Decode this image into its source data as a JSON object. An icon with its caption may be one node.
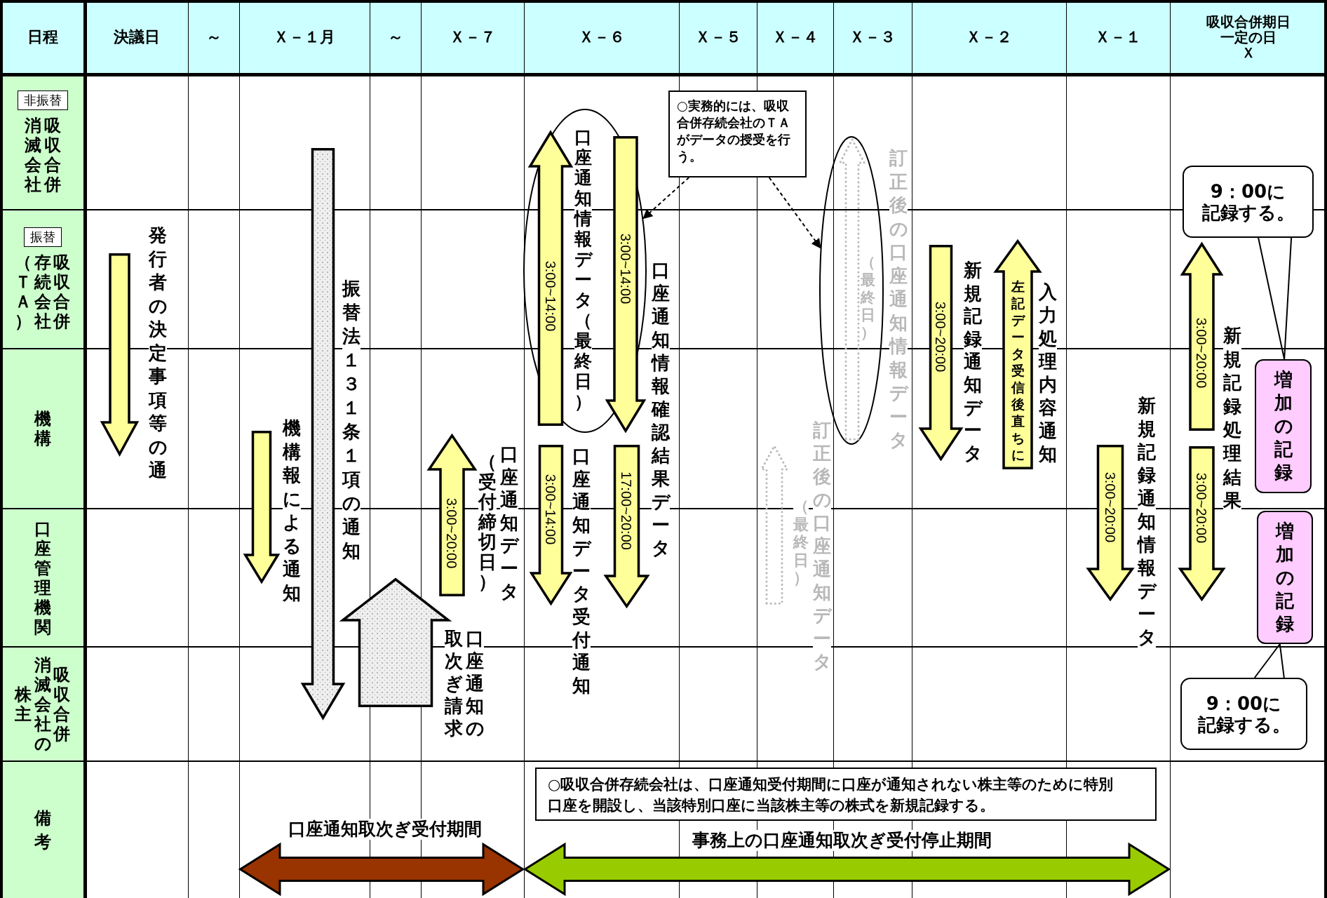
{
  "diagram": {
    "nodes": [
      {
        "text": [],
        "shape": "arrow",
        "beside": [
          "発行者の決定事項等の通"
        ]
      },
      {
        "text": [],
        "shape": "arrow",
        "beside": [
          "機構報による通知"
        ]
      },
      {
        "text": [],
        "shape": "arrow",
        "beside": [
          "振替法１３１条１項の通知"
        ]
      },
      {
        "text": [],
        "shape": "arrow",
        "beside": [
          "口座通知の取次ぎ請求"
        ]
      },
      {
        "text": [
          "3:00~20:00"
        ],
        "beside": [
          "口座通知データ",
          "（受付締切日）"
        ]
      },
      {
        "text": [],
        "shape": "ellipse"
      },
      {
        "text": [
          "3:00~14:00"
        ],
        "beside": [
          "口座通知情報データ（最終日）"
        ],
        "in": 5
      },
      {
        "text": [
          "3:00~14:00"
        ],
        "beside": [
          "口座通知情報確認結果データ"
        ],
        "in": 5
      },
      {
        "text": [
          "3:00~14:00"
        ],
        "beside": [
          "口座通知データ受付通知"
        ]
      },
      {
        "text": [
          "17:00~20:00"
        ]
      },
      {
        "text": [
          "○実務的には、吸収合併存続会社のＴＡがデータの授受を行う。"
        ]
      },
      {
        "text": [],
        "shape": "ellipse"
      },
      {
        "text": [],
        "shape": "arrow",
        "beside": [
          "訂正後の口座通知情報データ",
          "（最終日）"
        ],
        "in": 11
      },
      {
        "text": [],
        "shape": "arrow",
        "beside": [
          "訂正後の口座通知データ",
          "（最終日）"
        ]
      },
      {
        "text": [
          "3:00~20:00"
        ],
        "beside": [
          "新規記録通知データ"
        ]
      },
      {
        "text": [
          "左記データ受信後直ちに"
        ],
        "beside": [
          "入力処理内容通知"
        ]
      },
      {
        "text": [
          "3:00~20:00"
        ],
        "beside": [
          "新規記録通知情報データ"
        ]
      },
      {
        "text": [
          "9：00に記録する。"
        ]
      },
      {
        "text": [
          "3:00~20:00"
        ],
        "beside": [
          "新規記録処理結果"
        ]
      },
      {
        "text": [
          "3:00~20:00"
        ]
      },
      {
        "text": [
          "増加の記録"
        ]
      },
      {
        "text": [
          "増加の記録"
        ]
      },
      {
        "text": [
          "9：00に記録する。"
        ]
      },
      {
        "text": [
          "○吸収合併存続会社は、口座通知受付期間に口座が通知されない株主等のために特別口座を開設し、当該特別口座に当該株主等の株式を新規記録する。"
        ]
      },
      {
        "text": [],
        "shape": "arrow",
        "beside": [
          "口座通知取次ぎ受付期間"
        ]
      },
      {
        "text": [],
        "shape": "arrow",
        "beside": [
          "事務上の口座通知取次ぎ受付停止期間"
        ]
      }
    ],
    "edges": [
      {
        "from": 10,
        "to": 5,
        "arrow": "to",
        "style": "dashed"
      },
      {
        "from": 10,
        "to": 11,
        "arrow": "to",
        "style": "dashed"
      },
      {
        "from": 17,
        "to": 20,
        "arrow": "none"
      },
      {
        "from": 22,
        "to": 21,
        "arrow": "none"
      }
    ],
    "labels": [
      "日程",
      "決議日",
      "～",
      "Ｘ－１月",
      "～",
      "Ｘ－７",
      "Ｘ－６",
      "Ｘ－５",
      "Ｘ－４",
      "Ｘ－３",
      "Ｘ－２",
      "Ｘ－１",
      "吸収合併期日一定の日Ｘ",
      "非振替",
      "吸収合併消滅会社",
      "振替",
      "吸収合併存続会社（ＴＡ）",
      "機構",
      "口座管理機関",
      "吸収合併消滅会社の株主",
      "備考"
    ]
  }
}
